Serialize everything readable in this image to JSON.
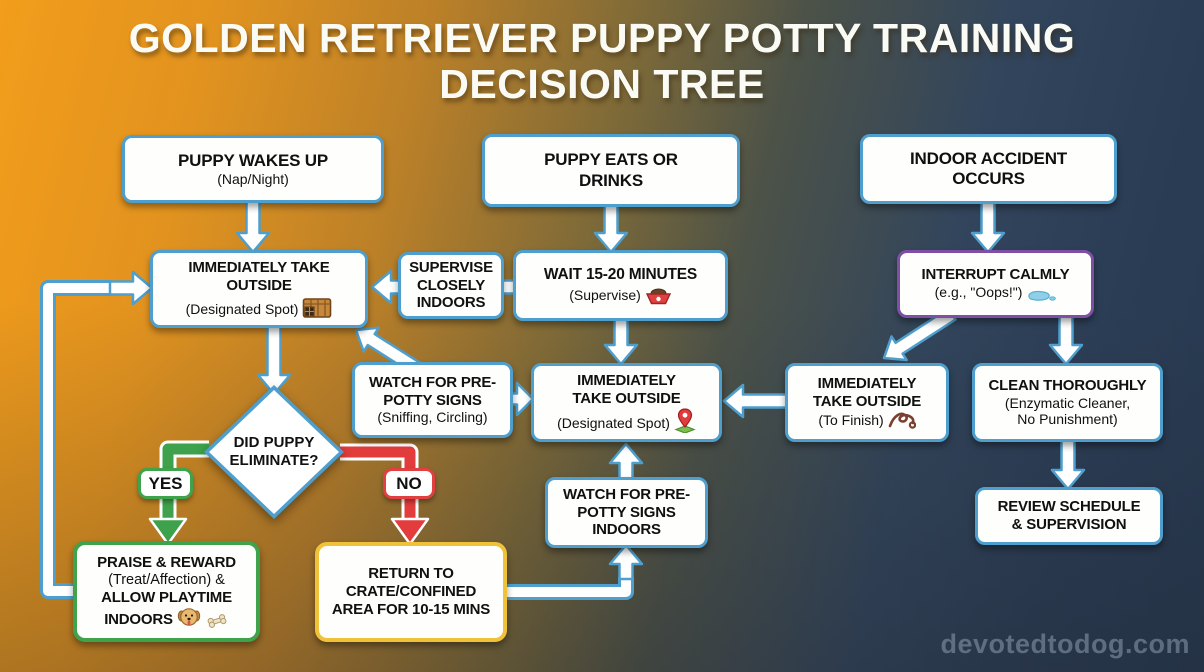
{
  "title": {
    "line1": "GOLDEN RETRIEVER PUPPY POTTY TRAINING",
    "line2": "DECISION TREE"
  },
  "watermark": "devotedtodog.com",
  "colors": {
    "background_orange": "#F29D1B",
    "background_navy": "#2B3D55",
    "box_border_blue": "#4E9FCD",
    "box_border_purple": "#7E4FA5",
    "box_border_green": "#3FA34C",
    "box_border_yellow": "#F0C23A",
    "badge_border_red": "#E04040",
    "arrow_green": "#3DA24B",
    "arrow_red": "#E23C3C",
    "arrow_fill": "#FFFFFF"
  },
  "nodes": {
    "puppy_wakes_up": {
      "line1": "PUPPY WAKES UP",
      "line2": "(Nap/Night)"
    },
    "puppy_eats": {
      "line1": "PUPPY EATS OR",
      "line2": "DRINKS"
    },
    "indoor_accident": {
      "line1": "INDOOR ACCIDENT",
      "line2": "OCCURS"
    },
    "take_outside_wake": {
      "line1": "IMMEDIATELY TAKE",
      "line2": "OUTSIDE",
      "line3": "(Designated Spot)",
      "icon": "crate-icon"
    },
    "supervise_closely": {
      "line1": "SUPERVISE CLOSELY INDOORS"
    },
    "wait_15_20": {
      "line1": "WAIT 15-20 MINUTES",
      "line2": "(Supervise)",
      "icon": "food-bowl-icon"
    },
    "interrupt_calmly": {
      "line1": "INTERRUPT CALMLY",
      "line2": "(e.g., \"Oops!\")",
      "icon": "puddle-icon"
    },
    "watch_pre_potty": {
      "line1": "WATCH FOR PRE-POTTY SIGNS",
      "line2": "(Sniffing, Circling)"
    },
    "take_outside_main": {
      "line1": "IMMEDIATELY",
      "line2": "TAKE OUTSIDE",
      "line3": "(Designated Spot)",
      "icon": "location-pin-icon"
    },
    "take_outside_finish": {
      "line1": "IMMEDIATELY",
      "line2": "TAKE OUTSIDE",
      "line3": "(To Finish)",
      "icon": "leash-icon"
    },
    "clean_thoroughly": {
      "line1": "CLEAN THOROUGHLY",
      "line2": "(Enzymatic Cleaner,",
      "line3": "No Punishment)"
    },
    "did_eliminate": {
      "line1": "DID PUPPY ELIMINATE?"
    },
    "watch_pre_potty_indoors": {
      "line1": "WATCH FOR PRE-POTTY SIGNS INDOORS"
    },
    "review_schedule": {
      "line1": "REVIEW SCHEDULE",
      "line2": "& SUPERVISION"
    },
    "yes_label": "YES",
    "no_label": "NO",
    "praise_reward": {
      "line1": "PRAISE & REWARD",
      "line2": "(Treat/Affection) &",
      "line3": "ALLOW PLAYTIME",
      "line4": "INDOORS",
      "icons": [
        "dog-icon",
        "bone-icon"
      ]
    },
    "return_crate": {
      "line1": "RETURN TO",
      "line2": "CRATE/CONFINED",
      "line3": "AREA FOR 10-15 MINS"
    }
  }
}
